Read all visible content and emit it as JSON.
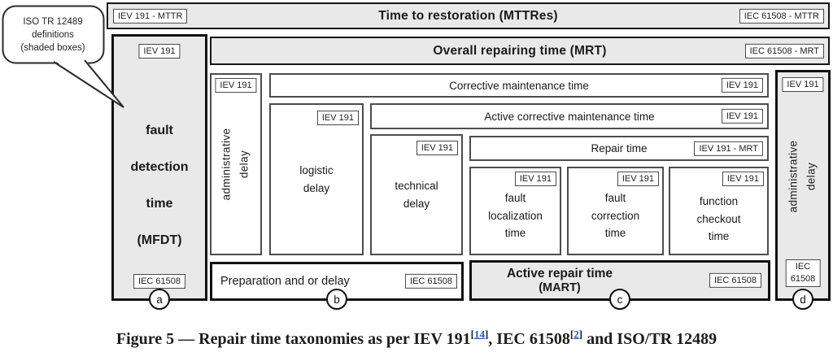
{
  "callout": {
    "line1": "ISO TR 12489",
    "line2": "definitions",
    "line3": "(shaded boxes)"
  },
  "mttres": {
    "title": "Time to restoration (MTTRes)",
    "tag_left": "IEV 191 - MTTR",
    "tag_right": "IEC 61508 - MTTR"
  },
  "mrt": {
    "title": "Overall repairing time (MRT)",
    "tag_right": "IEC 61508 - MRT"
  },
  "mfdt": {
    "tag_top": "IEV 191",
    "lines": [
      "fault",
      "detection",
      "time",
      "(MFDT)"
    ],
    "tag_bottom": "IEC 61508",
    "marker": "a"
  },
  "admin_left": {
    "tag": "IEV 191",
    "line1": "administrative",
    "line2": "delay"
  },
  "corrective": {
    "title": "Corrective maintenance time",
    "tag": "IEV 191"
  },
  "active_corrective": {
    "title": "Active corrective maintenance time",
    "tag": "IEV 191"
  },
  "repair": {
    "title": "Repair time",
    "tag": "IEV 191 - MRT"
  },
  "logistic": {
    "tag": "IEV 191",
    "line1": "logistic",
    "line2": "delay"
  },
  "technical": {
    "tag": "IEV 191",
    "line1": "technical",
    "line2": "delay"
  },
  "fault_localization": {
    "tag": "IEV 191",
    "lines": [
      "fault",
      "localization",
      "time"
    ]
  },
  "fault_correction": {
    "tag": "IEV 191",
    "lines": [
      "fault",
      "correction",
      "time"
    ]
  },
  "function_checkout": {
    "tag": "IEV 191",
    "lines": [
      "function",
      "checkout",
      "time"
    ]
  },
  "preparation": {
    "label": "Preparation and or delay",
    "tag": "IEC 61508",
    "marker": "b"
  },
  "mart": {
    "title": "Active repair time",
    "subtitle": "(MART)",
    "tag": "IEC 61508",
    "marker": "c"
  },
  "admin_right": {
    "tag_top": "IEV 191",
    "line1": "administrative",
    "line2": "delay",
    "tag_bottom_line1": "IEC",
    "tag_bottom_line2": "61508",
    "marker": "d"
  },
  "caption": {
    "part1": "Figure 5 — Repair time taxonomies as per IEV 191",
    "bracket_open": "[",
    "ref1": "14",
    "bracket_close": "]",
    "part2": ", IEC 61508",
    "ref2": "2",
    "part3": " and ISO/TR 12489"
  },
  "colors": {
    "shaded": "#e9e9e9",
    "border_dark": "#111111",
    "border_thin": "#4d4d4d",
    "link": "#2458c5"
  }
}
